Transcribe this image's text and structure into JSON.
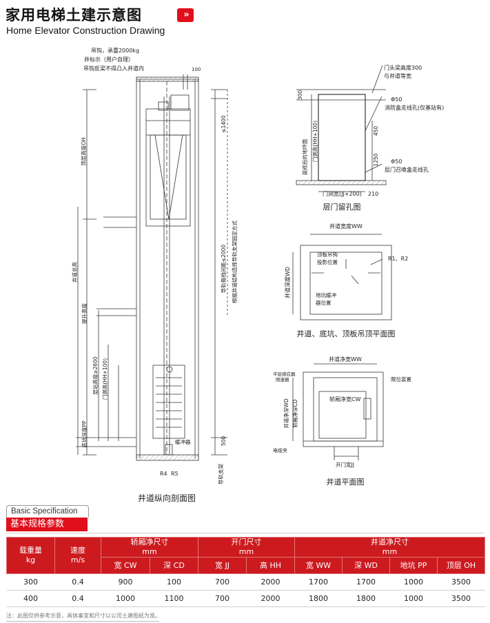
{
  "header": {
    "title_cn": "家用电梯土建示意图",
    "title_en": "Home Elevator Construction Drawing",
    "icon": "double-chevron-right-icon",
    "accent_color": "#e10f1c"
  },
  "section_drawing": {
    "caption": "井道纵向剖面图",
    "hook_note_1": "吊钩，承重2000kg",
    "hook_note_2": "井标示（用户自理）",
    "hook_note_3": "吊钩反梁不得凸入井道内",
    "dim_100": "100",
    "dim_le1400": "≤1400",
    "dim_500": "500",
    "label_oh": "顶层高度OH",
    "label_total": "井道总高",
    "label_travel": "提升高度",
    "label_floor": "层站高度≥2600",
    "label_door": "门洞高(HH+100)",
    "label_pit": "底坑深度PP",
    "label_rail": "导轨每档间距≤2000",
    "label_rail2": "根据井道结构选择导轨支架固定方式",
    "label_buffer": "缓冲器",
    "label_rail_bracket": "导轨支架",
    "label_r4": "R4",
    "label_r5": "R5"
  },
  "door_drawing": {
    "caption": "层门留孔图",
    "beam_note_1": "门头梁高度300",
    "beam_note_2": "与井道等宽",
    "dim_300": "300",
    "hole1_a": "Φ50",
    "hole1_b": "消防盒走线孔(仅基站有)",
    "dim_450": "450",
    "dim_1250": "1250",
    "hole2_a": "Φ50",
    "hole2_b": "层门召唤盒走线孔",
    "label_finished_floor": "装修后的地坪面",
    "label_door_h": "门洞高(HH+100)",
    "label_door_w": "门洞宽(JJ+200)",
    "dim_210": "210"
  },
  "plan_drawing": {
    "caption": "井道、底坑、顶板吊顶平面图",
    "label_ww": "井道宽度WW",
    "label_wd": "井道深度WD",
    "label_hook": "顶板吊钩",
    "label_hook2": "投影位置",
    "label_r": "R1、R2",
    "label_buffer_1": "地坑缓冲",
    "label_buffer_2": "器位置"
  },
  "plan2_drawing": {
    "caption": "井道平面图",
    "label_ww": "井道净宽WW",
    "label_wd": "井道净深WD",
    "label_cd": "轿厢净深CD",
    "label_cw": "轿厢净宽CW",
    "label_sensor_1": "平层感应器",
    "label_sensor_2": "限速器",
    "label_limit": "限位装置",
    "label_cable": "电缆夹",
    "label_jj": "开门宽JJ"
  },
  "spec": {
    "tab_en": "Basic Specification",
    "tab_cn": "基本规格参数",
    "headers": {
      "load": "载重量",
      "load_unit": "kg",
      "speed": "速度",
      "speed_unit": "m/s",
      "car": "轿厢净尺寸",
      "car_unit": "mm",
      "door": "开门尺寸",
      "door_unit": "mm",
      "shaft": "井道净尺寸",
      "shaft_unit": "mm",
      "cw": "宽 CW",
      "cd": "深 CD",
      "jj": "宽 JJ",
      "hh": "高 HH",
      "ww": "宽 WW",
      "wd": "深 WD",
      "pp": "地坑 PP",
      "oh": "顶层 OH"
    },
    "rows": [
      [
        "300",
        "0.4",
        "900",
        "100",
        "700",
        "2000",
        "1700",
        "1700",
        "1000",
        "3500"
      ],
      [
        "400",
        "0.4",
        "1000",
        "1100",
        "700",
        "2000",
        "1800",
        "1800",
        "1000",
        "3500"
      ]
    ],
    "header_color": "#cc1a1f"
  },
  "footer": {
    "note": "注：此图仅供参考示意，具体事宜和尺寸以公司土建图纸为准。"
  }
}
